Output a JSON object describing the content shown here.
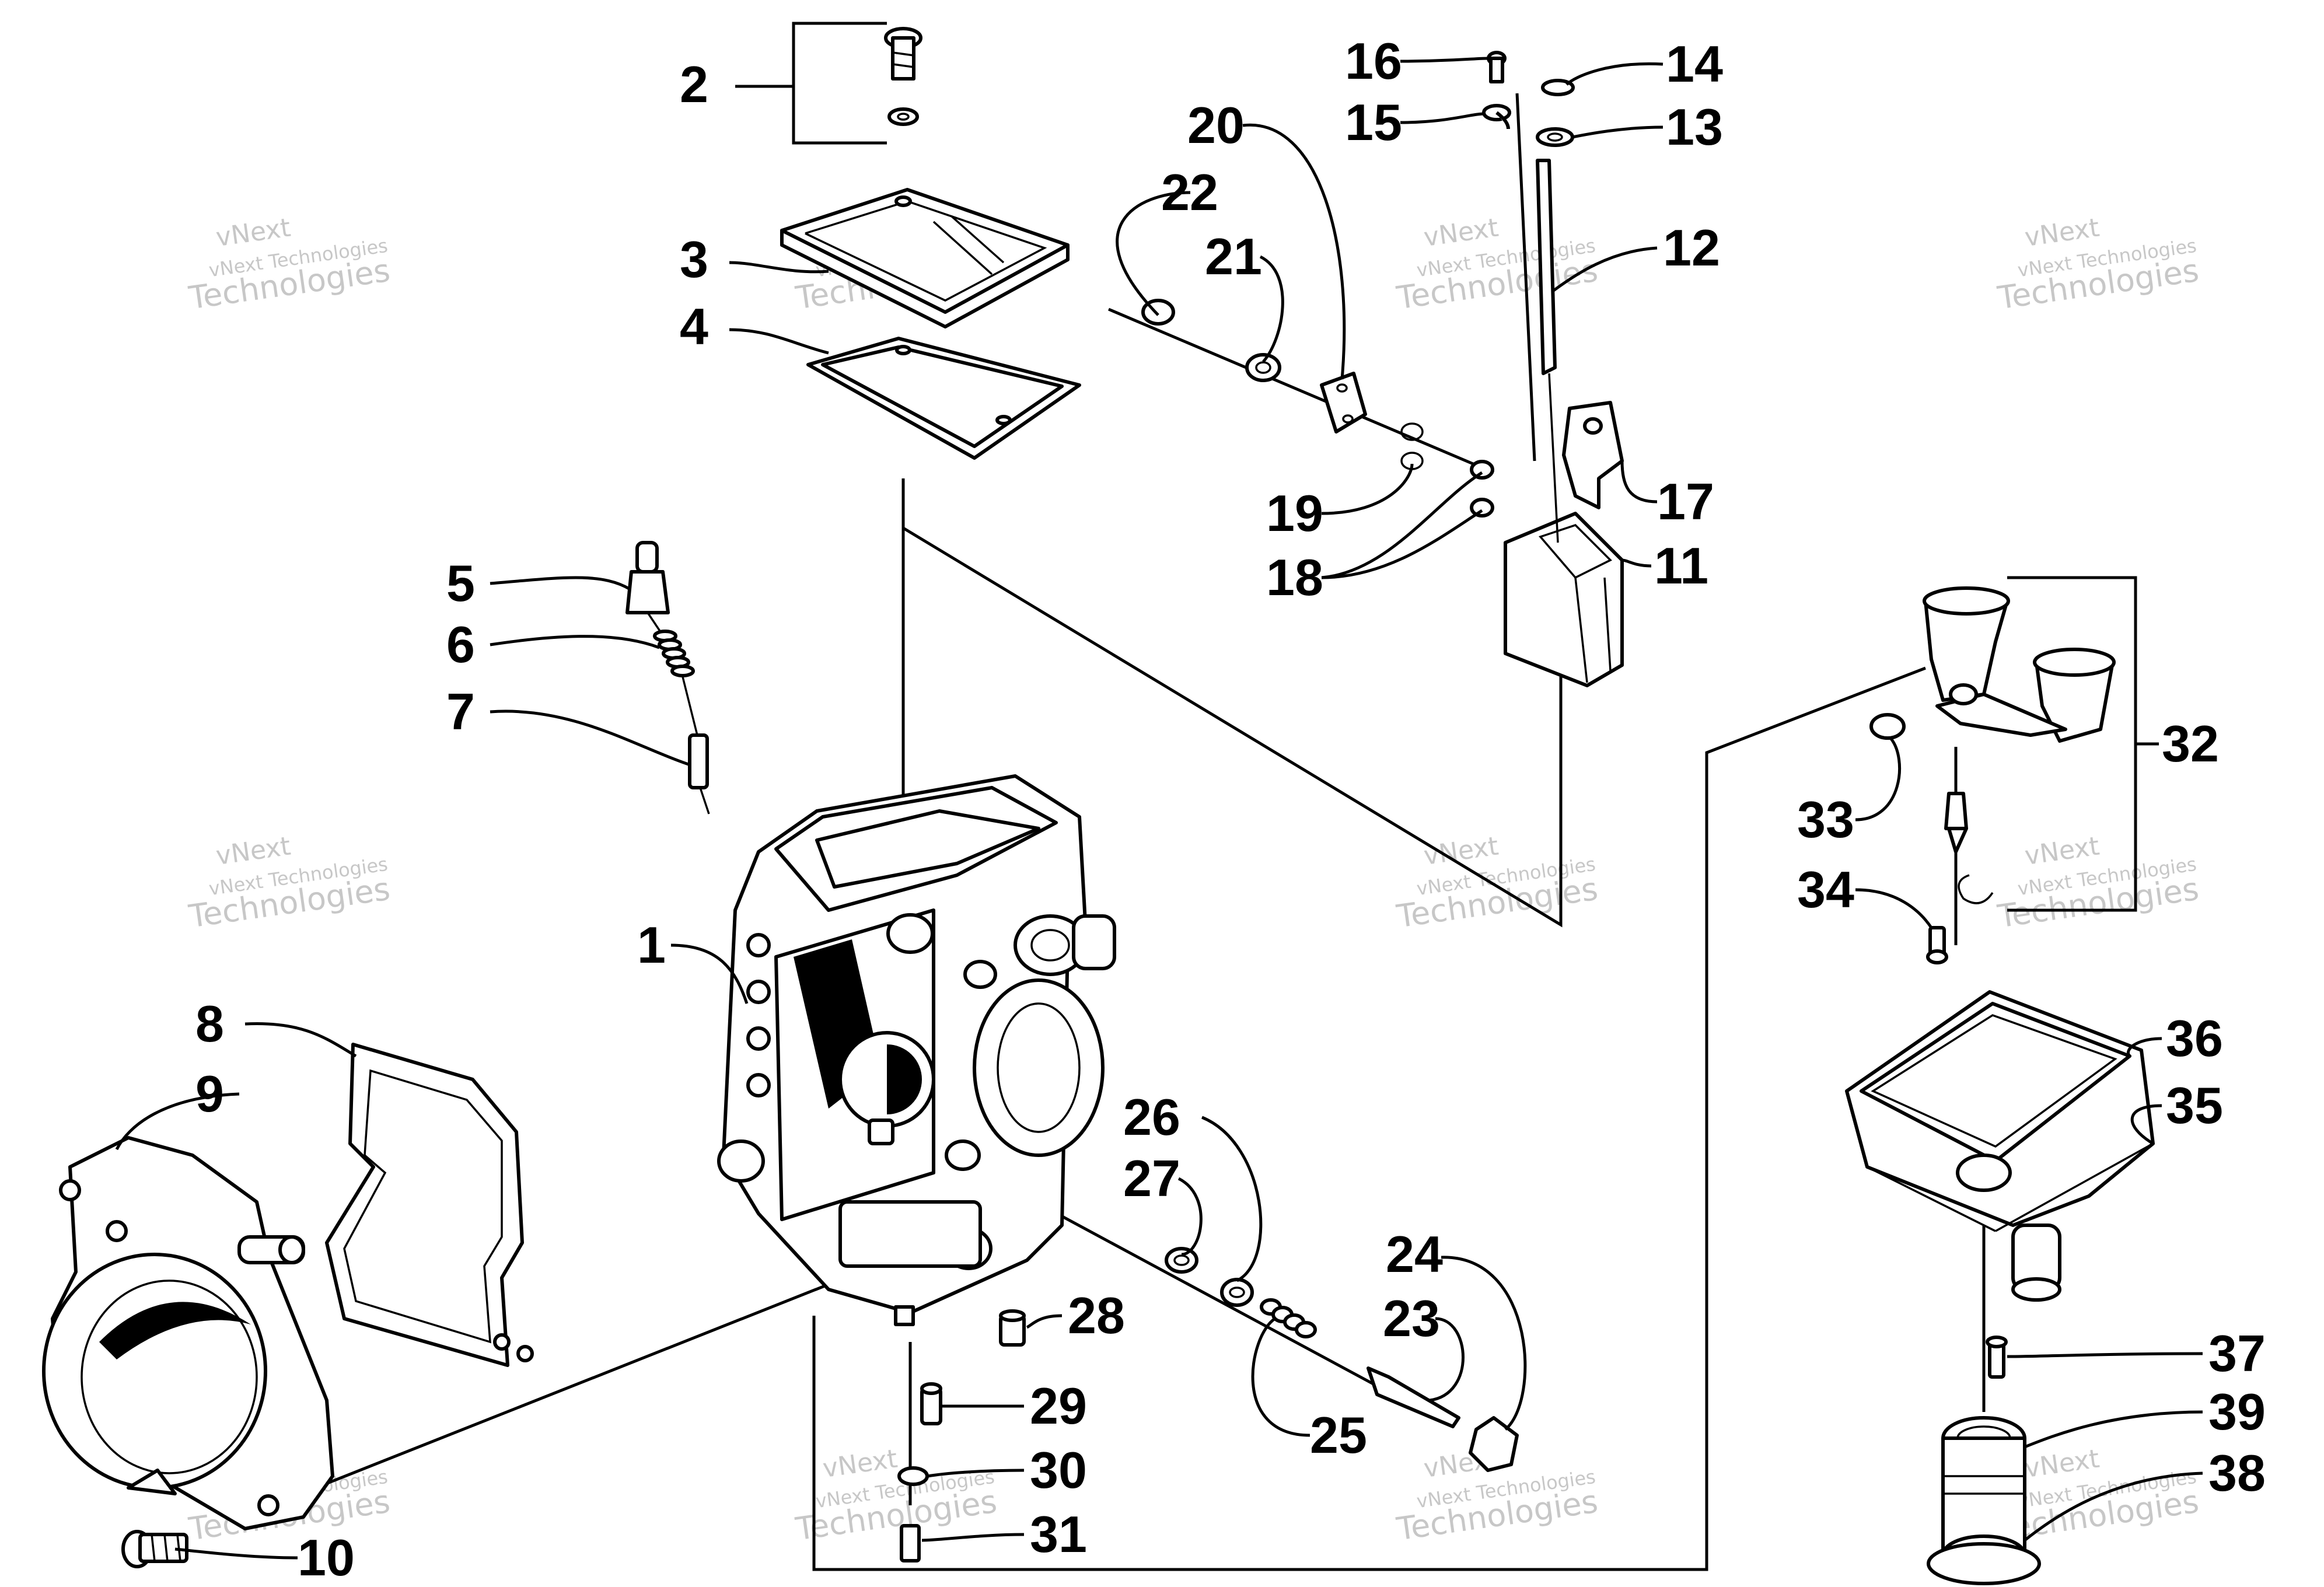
{
  "callouts": [
    {
      "n": "1"
    },
    {
      "n": "2"
    },
    {
      "n": "3"
    },
    {
      "n": "4"
    },
    {
      "n": "5"
    },
    {
      "n": "6"
    },
    {
      "n": "7"
    },
    {
      "n": "8"
    },
    {
      "n": "9"
    },
    {
      "n": "10"
    },
    {
      "n": "11"
    },
    {
      "n": "12"
    },
    {
      "n": "13"
    },
    {
      "n": "14"
    },
    {
      "n": "15"
    },
    {
      "n": "16"
    },
    {
      "n": "17"
    },
    {
      "n": "18"
    },
    {
      "n": "19"
    },
    {
      "n": "20"
    },
    {
      "n": "21"
    },
    {
      "n": "22"
    },
    {
      "n": "23"
    },
    {
      "n": "24"
    },
    {
      "n": "25"
    },
    {
      "n": "26"
    },
    {
      "n": "27"
    },
    {
      "n": "28"
    },
    {
      "n": "29"
    },
    {
      "n": "30"
    },
    {
      "n": "31"
    },
    {
      "n": "32"
    },
    {
      "n": "33"
    },
    {
      "n": "34"
    },
    {
      "n": "35"
    },
    {
      "n": "36"
    },
    {
      "n": "37"
    },
    {
      "n": "38"
    },
    {
      "n": "39"
    }
  ],
  "watermark": {
    "line1": "vNext Technologies",
    "line2": "vNext",
    "line3": "Technologies"
  }
}
